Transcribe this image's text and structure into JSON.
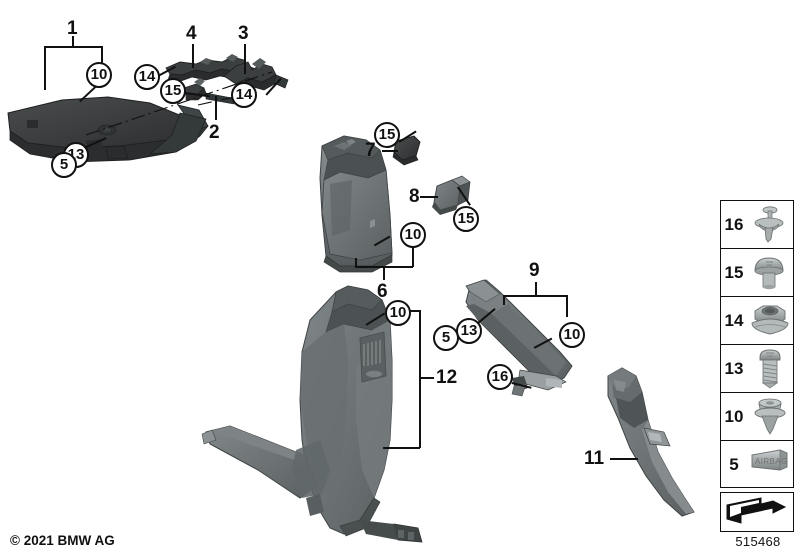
{
  "diagram": {
    "title": "BMW trim panel exploded parts diagram",
    "copyright": "© 2021 BMW AG",
    "drawing_number": "515468",
    "colors": {
      "part_dark": "#3a3c3d",
      "part_mid": "#6e7475",
      "part_light": "#9aa0a1",
      "metal": "#a8adae",
      "line": "#111111",
      "background": "#ffffff"
    }
  },
  "callouts": [
    {
      "id": "c1",
      "label": "10",
      "kind": "bubble"
    },
    {
      "id": "c2",
      "label": "14",
      "kind": "bubble"
    },
    {
      "id": "c3",
      "label": "15",
      "kind": "bubble"
    },
    {
      "id": "c4",
      "label": "14",
      "kind": "bubble"
    },
    {
      "id": "c5",
      "label": "13",
      "kind": "bubble"
    },
    {
      "id": "c6",
      "label": "5",
      "kind": "bubble"
    },
    {
      "id": "c7",
      "label": "15",
      "kind": "bubble"
    },
    {
      "id": "c8",
      "label": "15",
      "kind": "bubble"
    },
    {
      "id": "c9",
      "label": "10",
      "kind": "bubble"
    },
    {
      "id": "c10",
      "label": "10",
      "kind": "bubble"
    },
    {
      "id": "c11",
      "label": "5",
      "kind": "bubble"
    },
    {
      "id": "c12",
      "label": "13",
      "kind": "bubble"
    },
    {
      "id": "c13",
      "label": "10",
      "kind": "bubble"
    },
    {
      "id": "c14",
      "label": "16",
      "kind": "bubble"
    }
  ],
  "part_numbers": [
    {
      "id": "p1",
      "label": "1"
    },
    {
      "id": "p4",
      "label": "4"
    },
    {
      "id": "p3",
      "label": "3"
    },
    {
      "id": "p2",
      "label": "2"
    },
    {
      "id": "p7",
      "label": "7"
    },
    {
      "id": "p8",
      "label": "8"
    },
    {
      "id": "p6",
      "label": "6"
    },
    {
      "id": "p9",
      "label": "9"
    },
    {
      "id": "p12",
      "label": "12"
    },
    {
      "id": "p11",
      "label": "11"
    }
  ],
  "legend": {
    "items": [
      {
        "num": "16",
        "icon": "expanding-rivet-icon"
      },
      {
        "num": "15",
        "icon": "dome-head-screw-icon"
      },
      {
        "num": "14",
        "icon": "flange-nut-icon"
      },
      {
        "num": "13",
        "icon": "self-tapping-screw-icon"
      },
      {
        "num": "10",
        "icon": "push-in-clip-icon"
      },
      {
        "num": "5",
        "icon": "airbag-badge-icon",
        "text": "AIRBAG"
      }
    ],
    "view_arrow_icon": "bent-3d-arrow-icon"
  }
}
